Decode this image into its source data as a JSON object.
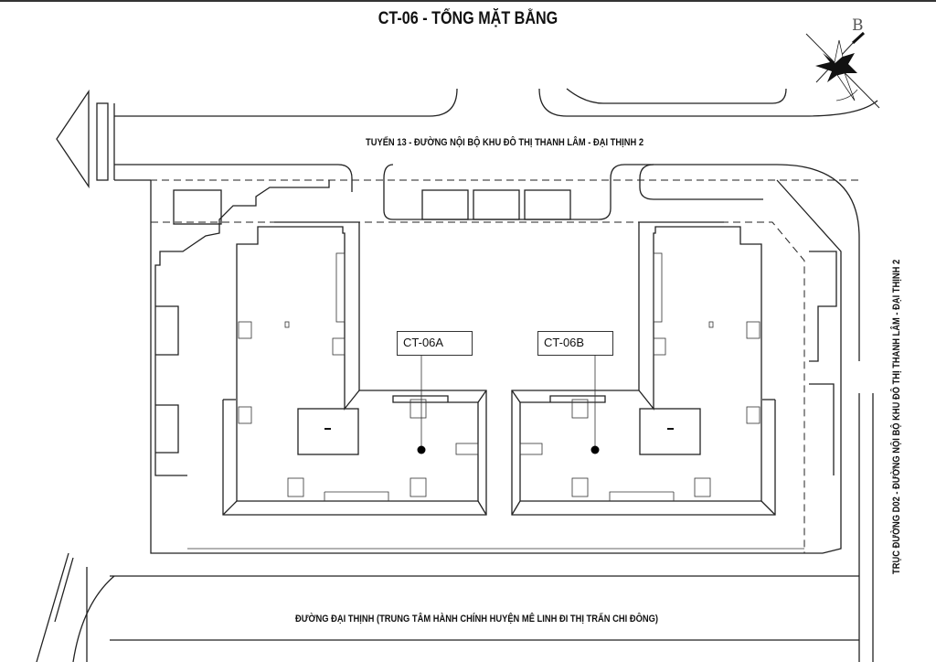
{
  "title": "CT-06 - TỔNG MẶT BẰNG",
  "compass": {
    "north_letter": "B",
    "icon": "compass-rose-icon"
  },
  "roads": {
    "top": "TUYẾN 13 - ĐƯỜNG NỘI BỘ KHU ĐÔ THỊ THANH LÂM - ĐẠI THỊNH 2",
    "right": "TRỤC ĐƯỜNG D02 - ĐƯỜNG NỘI BỘ KHU ĐÔ THỊ  THANH LÂM - ĐẠI THỊNH 2",
    "bottom": "ĐƯỜNG ĐẠI THỊNH (TRUNG TÂM HÀNH CHÍNH HUYỆN MÊ LINH ĐI THỊ TRẤN CHI ĐÔNG)"
  },
  "buildings": [
    {
      "label": "CT-06A"
    },
    {
      "label": "CT-06B"
    }
  ]
}
